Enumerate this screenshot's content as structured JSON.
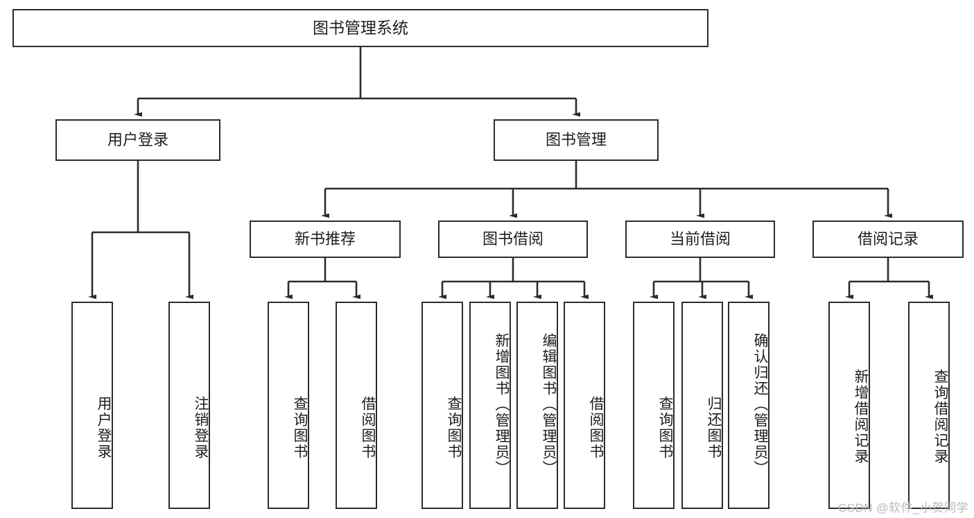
{
  "diagram": {
    "type": "tree",
    "title": "图书管理系统",
    "style": {
      "box_border_color": "#2b2b2b",
      "box_fill_color": "#ffffff",
      "connector_color": "#2b2b2b",
      "text_color": "#1d1d1d",
      "background_color": "#ffffff"
    },
    "root": {
      "label": "图书管理系统"
    },
    "level2": [
      {
        "label": "用户登录"
      },
      {
        "label": "图书管理"
      }
    ],
    "level3": [
      {
        "label": "新书推荐"
      },
      {
        "label": "图书借阅"
      },
      {
        "label": "当前借阅"
      },
      {
        "label": "借阅记录"
      }
    ],
    "leaves": {
      "user_login": [
        {
          "label": "用户登录"
        },
        {
          "label": "注销登录"
        }
      ],
      "new_book_recommend": [
        {
          "label": "查询图书"
        },
        {
          "label": "借阅图书"
        }
      ],
      "book_borrow": [
        {
          "label": "查询图书"
        },
        {
          "label": "新增图书（管理员）"
        },
        {
          "label": "编辑图书（管理员）"
        },
        {
          "label": "借阅图书"
        }
      ],
      "current_borrow": [
        {
          "label": "查询图书"
        },
        {
          "label": "归还图书"
        },
        {
          "label": "确认归还（管理员）"
        }
      ],
      "borrow_record": [
        {
          "label": "新增借阅记录"
        },
        {
          "label": "查询借阅记录"
        }
      ]
    }
  },
  "watermark": {
    "text": "CSDN @软件_小贺同学"
  }
}
